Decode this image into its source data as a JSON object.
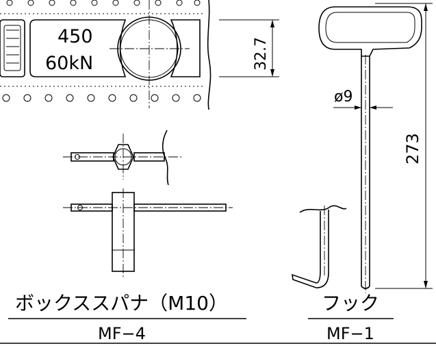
{
  "plate": {
    "label_top": "450",
    "label_bottom": "60kN",
    "dimension": "32.7"
  },
  "box_spanner": {
    "caption": "ボックススパナ（M10）",
    "code": "MF−4"
  },
  "hook": {
    "diameter": "ø9",
    "length": "273",
    "caption": "フック",
    "code": "MF−1"
  }
}
